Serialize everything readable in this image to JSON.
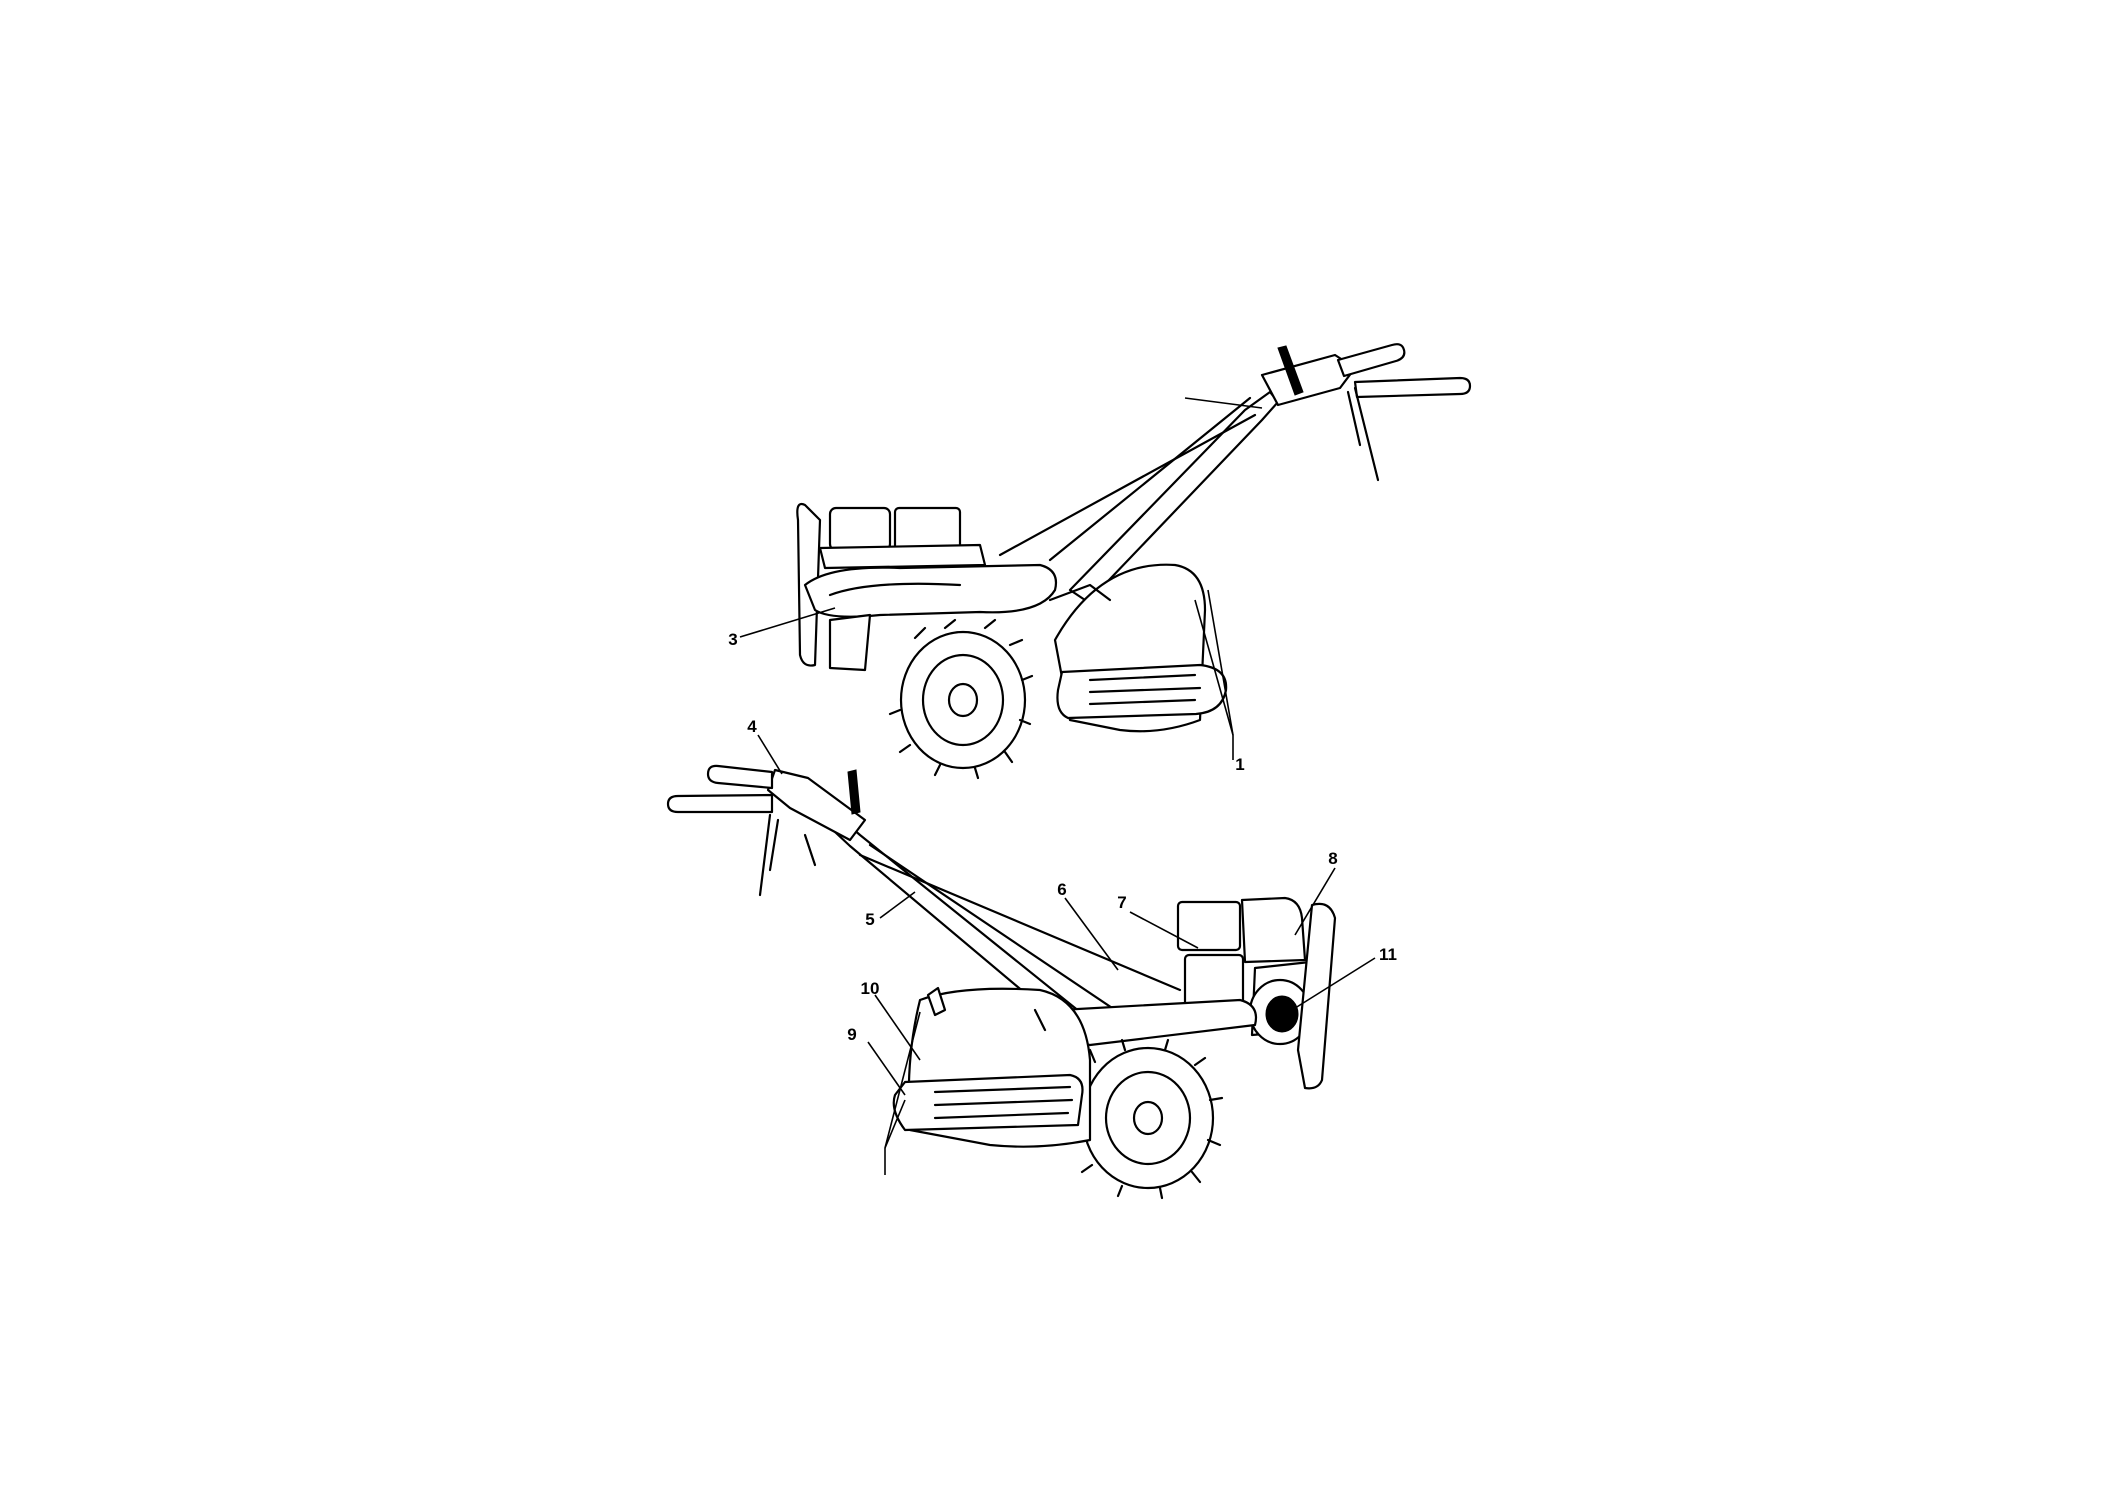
{
  "figure": {
    "callouts": [
      {
        "id": "c1",
        "text": "1"
      },
      {
        "id": "c3",
        "text": "3"
      },
      {
        "id": "c4",
        "text": "4"
      },
      {
        "id": "c5",
        "text": "5"
      },
      {
        "id": "c6",
        "text": "6"
      },
      {
        "id": "c7",
        "text": "7"
      },
      {
        "id": "c8",
        "text": "8"
      },
      {
        "id": "c9",
        "text": "9"
      },
      {
        "id": "c10",
        "text": "10"
      },
      {
        "id": "c11",
        "text": "11"
      }
    ]
  }
}
